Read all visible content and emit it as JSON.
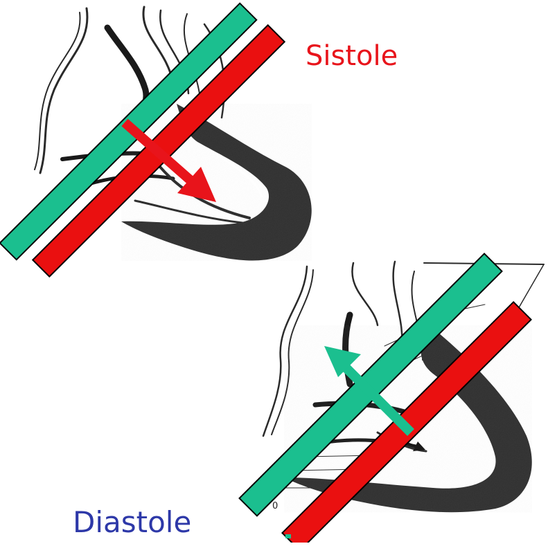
{
  "labels": {
    "sistole": "Sistole",
    "diastole": "Diastole",
    "zero": "0"
  },
  "colors": {
    "plane_green": "#1bbf8f",
    "plane_red": "#ea1010",
    "arrow_red": "#e8141b",
    "arrow_green": "#1bbf8f",
    "sistole_text": "#e8141b",
    "diastole_text": "#2d38a8",
    "tissue": "#2a2a2a"
  },
  "icons": {
    "systole_arrow": "arrow-down-right",
    "diastole_arrow": "arrow-up-left"
  }
}
